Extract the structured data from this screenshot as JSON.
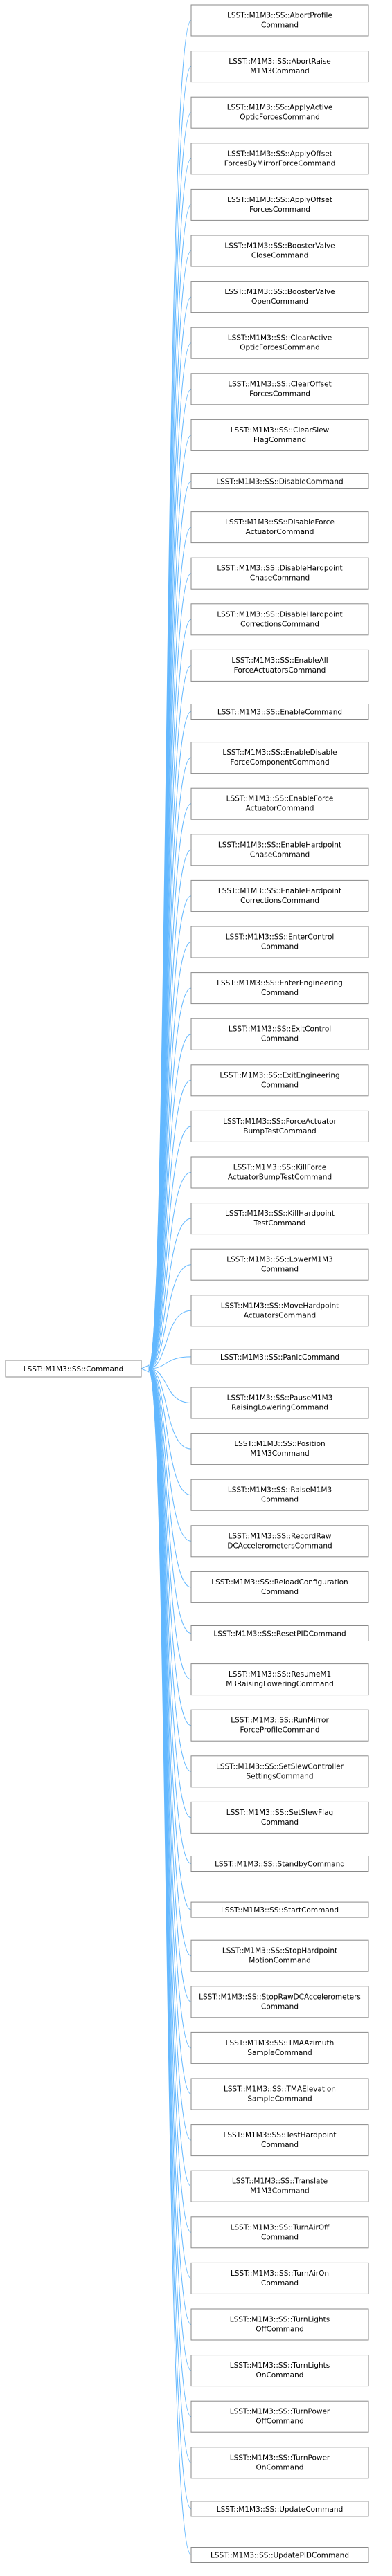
{
  "diagram": {
    "type": "inheritance",
    "colors": {
      "edge": "#63b8ff",
      "box_border": "#8a8a8a",
      "text": "#000000",
      "background": "#ffffff"
    },
    "base": {
      "name": "LSST::M1M3::SS::Command"
    },
    "derived": [
      {
        "lines": [
          "LSST::M1M3::SS::AbortProfile",
          "Command"
        ]
      },
      {
        "lines": [
          "LSST::M1M3::SS::AbortRaise",
          "M1M3Command"
        ]
      },
      {
        "lines": [
          "LSST::M1M3::SS::ApplyActive",
          "OpticForcesCommand"
        ]
      },
      {
        "lines": [
          "LSST::M1M3::SS::ApplyOffset",
          "ForcesByMirrorForceCommand"
        ]
      },
      {
        "lines": [
          "LSST::M1M3::SS::ApplyOffset",
          "ForcesCommand"
        ]
      },
      {
        "lines": [
          "LSST::M1M3::SS::BoosterValve",
          "CloseCommand"
        ]
      },
      {
        "lines": [
          "LSST::M1M3::SS::BoosterValve",
          "OpenCommand"
        ]
      },
      {
        "lines": [
          "LSST::M1M3::SS::ClearActive",
          "OpticForcesCommand"
        ]
      },
      {
        "lines": [
          "LSST::M1M3::SS::ClearOffset",
          "ForcesCommand"
        ]
      },
      {
        "lines": [
          "LSST::M1M3::SS::ClearSlew",
          "FlagCommand"
        ]
      },
      {
        "lines": [
          "LSST::M1M3::SS::DisableCommand"
        ]
      },
      {
        "lines": [
          "LSST::M1M3::SS::DisableForce",
          "ActuatorCommand"
        ]
      },
      {
        "lines": [
          "LSST::M1M3::SS::DisableHardpoint",
          "ChaseCommand"
        ]
      },
      {
        "lines": [
          "LSST::M1M3::SS::DisableHardpoint",
          "CorrectionsCommand"
        ]
      },
      {
        "lines": [
          "LSST::M1M3::SS::EnableAll",
          "ForceActuatorsCommand"
        ]
      },
      {
        "lines": [
          "LSST::M1M3::SS::EnableCommand"
        ]
      },
      {
        "lines": [
          "LSST::M1M3::SS::EnableDisable",
          "ForceComponentCommand"
        ]
      },
      {
        "lines": [
          "LSST::M1M3::SS::EnableForce",
          "ActuatorCommand"
        ]
      },
      {
        "lines": [
          "LSST::M1M3::SS::EnableHardpoint",
          "ChaseCommand"
        ]
      },
      {
        "lines": [
          "LSST::M1M3::SS::EnableHardpoint",
          "CorrectionsCommand"
        ]
      },
      {
        "lines": [
          "LSST::M1M3::SS::EnterControl",
          "Command"
        ]
      },
      {
        "lines": [
          "LSST::M1M3::SS::EnterEngineering",
          "Command"
        ]
      },
      {
        "lines": [
          "LSST::M1M3::SS::ExitControl",
          "Command"
        ]
      },
      {
        "lines": [
          "LSST::M1M3::SS::ExitEngineering",
          "Command"
        ]
      },
      {
        "lines": [
          "LSST::M1M3::SS::ForceActuator",
          "BumpTestCommand"
        ]
      },
      {
        "lines": [
          "LSST::M1M3::SS::KillForce",
          "ActuatorBumpTestCommand"
        ]
      },
      {
        "lines": [
          "LSST::M1M3::SS::KillHardpoint",
          "TestCommand"
        ]
      },
      {
        "lines": [
          "LSST::M1M3::SS::LowerM1M3",
          "Command"
        ]
      },
      {
        "lines": [
          "LSST::M1M3::SS::MoveHardpoint",
          "ActuatorsCommand"
        ]
      },
      {
        "lines": [
          "LSST::M1M3::SS::PanicCommand"
        ]
      },
      {
        "lines": [
          "LSST::M1M3::SS::PauseM1M3",
          "RaisingLoweringCommand"
        ]
      },
      {
        "lines": [
          "LSST::M1M3::SS::Position",
          "M1M3Command"
        ]
      },
      {
        "lines": [
          "LSST::M1M3::SS::RaiseM1M3",
          "Command"
        ]
      },
      {
        "lines": [
          "LSST::M1M3::SS::RecordRaw",
          "DCAccelerometersCommand"
        ]
      },
      {
        "lines": [
          "LSST::M1M3::SS::ReloadConfiguration",
          "Command"
        ]
      },
      {
        "lines": [
          "LSST::M1M3::SS::ResetPIDCommand"
        ]
      },
      {
        "lines": [
          "LSST::M1M3::SS::ResumeM1",
          "M3RaisingLoweringCommand"
        ]
      },
      {
        "lines": [
          "LSST::M1M3::SS::RunMirror",
          "ForceProfileCommand"
        ]
      },
      {
        "lines": [
          "LSST::M1M3::SS::SetSlewController",
          "SettingsCommand"
        ]
      },
      {
        "lines": [
          "LSST::M1M3::SS::SetSlewFlag",
          "Command"
        ]
      },
      {
        "lines": [
          "LSST::M1M3::SS::StandbyCommand"
        ]
      },
      {
        "lines": [
          "LSST::M1M3::SS::StartCommand"
        ]
      },
      {
        "lines": [
          "LSST::M1M3::SS::StopHardpoint",
          "MotionCommand"
        ]
      },
      {
        "lines": [
          "LSST::M1M3::SS::StopRawDCAccelerometers",
          "Command"
        ]
      },
      {
        "lines": [
          "LSST::M1M3::SS::TMAAzimuth",
          "SampleCommand"
        ]
      },
      {
        "lines": [
          "LSST::M1M3::SS::TMAElevation",
          "SampleCommand"
        ]
      },
      {
        "lines": [
          "LSST::M1M3::SS::TestHardpoint",
          "Command"
        ]
      },
      {
        "lines": [
          "LSST::M1M3::SS::Translate",
          "M1M3Command"
        ]
      },
      {
        "lines": [
          "LSST::M1M3::SS::TurnAirOff",
          "Command"
        ]
      },
      {
        "lines": [
          "LSST::M1M3::SS::TurnAirOn",
          "Command"
        ]
      },
      {
        "lines": [
          "LSST::M1M3::SS::TurnLights",
          "OffCommand"
        ]
      },
      {
        "lines": [
          "LSST::M1M3::SS::TurnLights",
          "OnCommand"
        ]
      },
      {
        "lines": [
          "LSST::M1M3::SS::TurnPower",
          "OffCommand"
        ]
      },
      {
        "lines": [
          "LSST::M1M3::SS::TurnPower",
          "OnCommand"
        ]
      },
      {
        "lines": [
          "LSST::M1M3::SS::UpdateCommand"
        ]
      },
      {
        "lines": [
          "LSST::M1M3::SS::UpdatePIDCommand"
        ]
      }
    ]
  }
}
